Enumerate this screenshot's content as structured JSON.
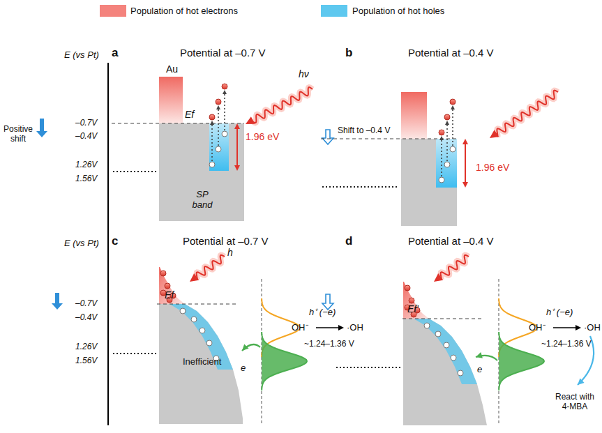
{
  "diagram": {
    "labels": [
      "a",
      "Potential at –0.7 V",
      "E (vs Pt)",
      "Au",
      "hν",
      "Positive shift",
      "–0.7V",
      "–0.4V",
      "1.26V",
      "1.56V",
      "Ef",
      "1.96 eV",
      "SP band",
      "b",
      "Potential at –0.4 V",
      "Shift to –0.4 V",
      "1.96 eV",
      "c",
      "Potential at –0.7 V",
      "E (vs Pt)",
      "h",
      "–0.7V",
      "–0.4V",
      "1.26V",
      "1.56V",
      "Ef",
      "Inefficient",
      "e",
      "h⁺ (−e)",
      "OH⁻",
      "·OH",
      "~1.24–1.36 V",
      "d",
      "Potential at –0.4 V",
      "Ef′",
      "e",
      "h⁺ (−e)",
      "OH⁻",
      "·OH",
      "~1.24–1.36 V",
      "React with 4-MBA"
    ],
    "legend": [
      {
        "text": "Population of hot electrons",
        "color": "#f4837d"
      },
      {
        "text": "Population of hot holes",
        "color": "#5ec8ef"
      }
    ]
  }
}
